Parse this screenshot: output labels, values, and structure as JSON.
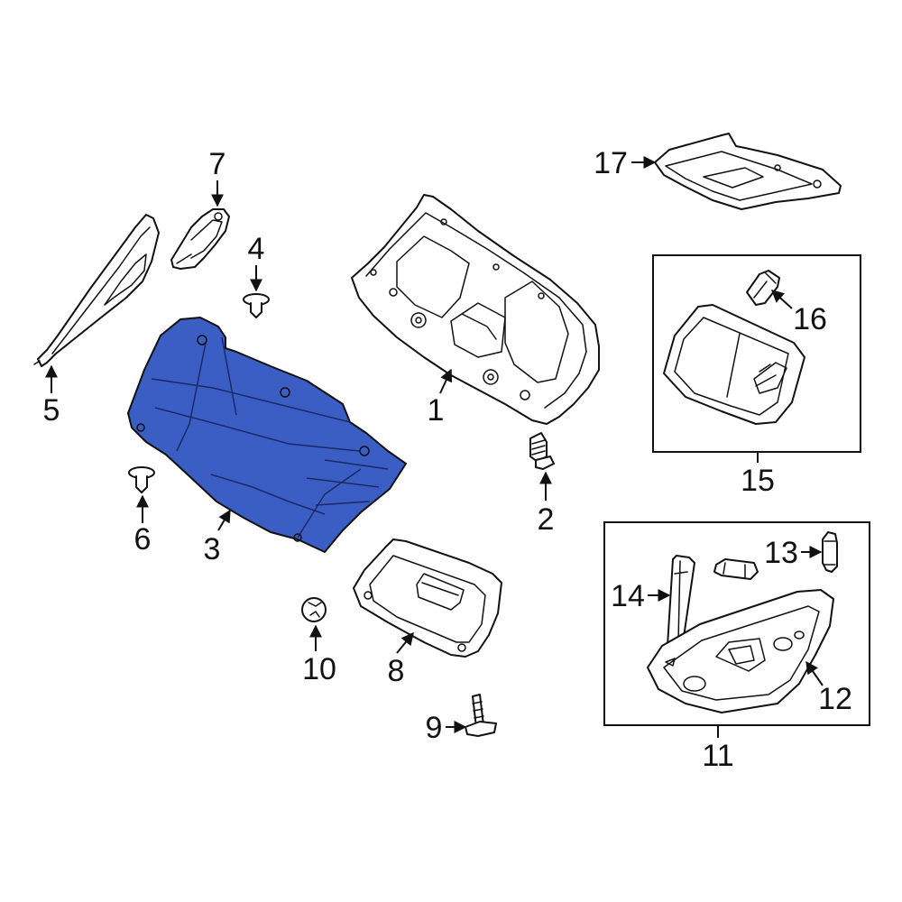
{
  "colors": {
    "highlight": "#3a5ec4",
    "line": "#111111",
    "background": "#ffffff"
  },
  "callouts": {
    "c1": "1",
    "c2": "2",
    "c3": "3",
    "c4": "4",
    "c5": "5",
    "c6": "6",
    "c7": "7",
    "c8": "8",
    "c9": "9",
    "c10": "10",
    "c11": "11",
    "c12": "12",
    "c13": "13",
    "c14": "14",
    "c15": "15",
    "c16": "16",
    "c17": "17"
  }
}
